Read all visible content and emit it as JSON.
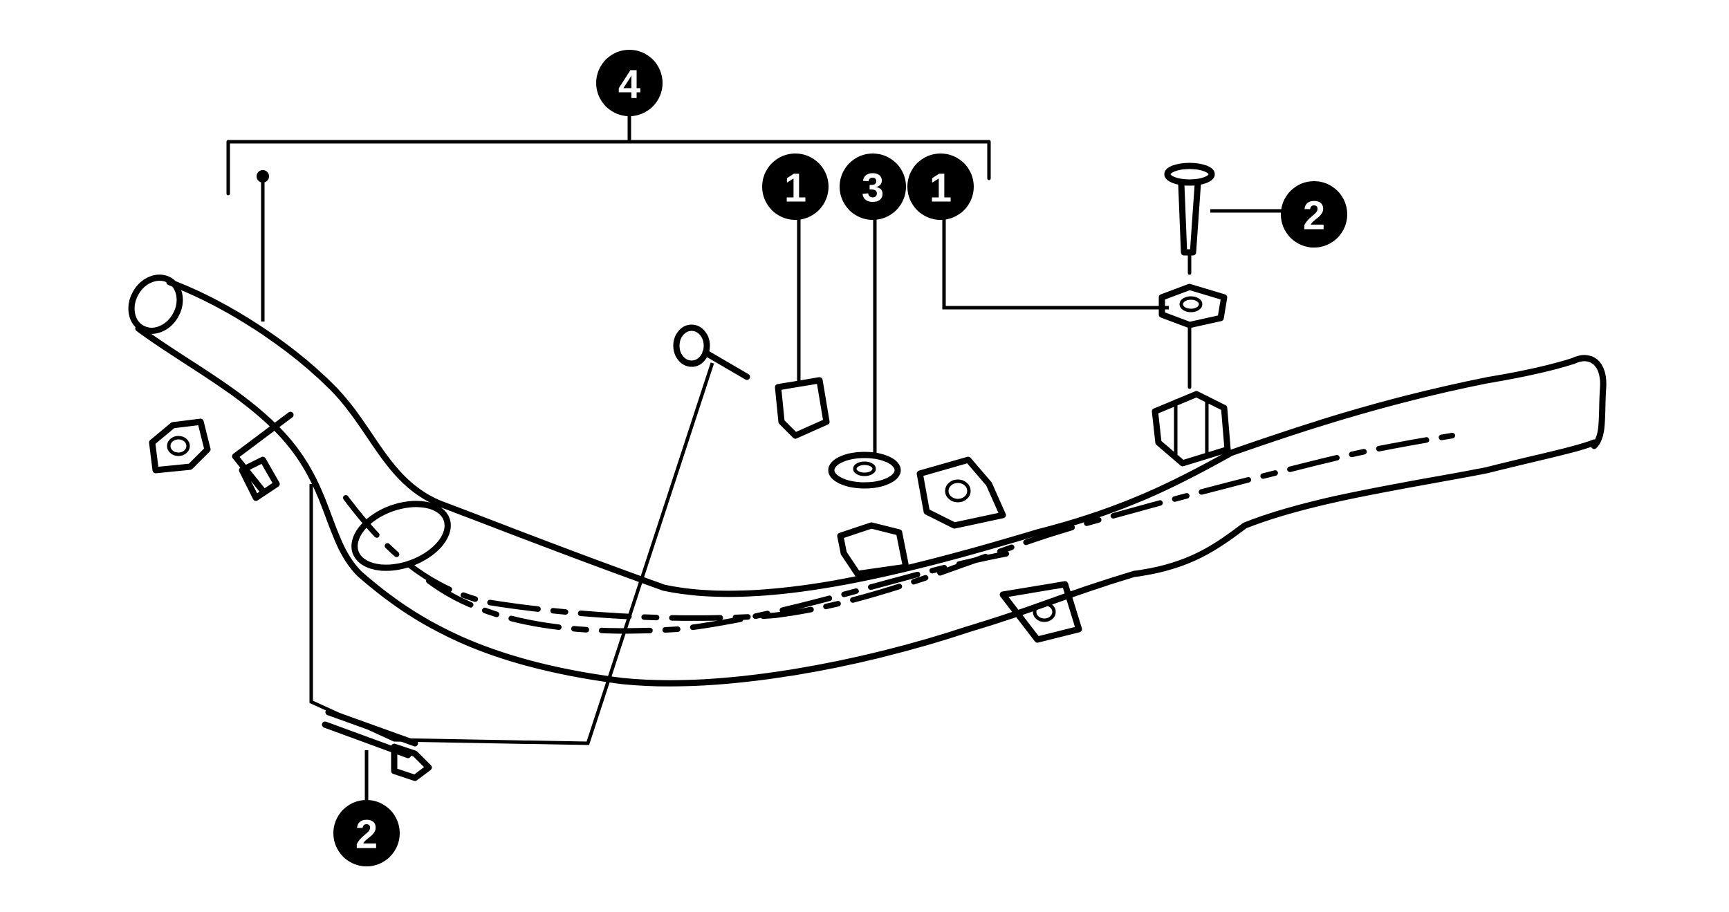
{
  "callouts": [
    {
      "id": "callout-4-assembly",
      "label": "4"
    },
    {
      "id": "callout-1-left-nut",
      "label": "1"
    },
    {
      "id": "callout-3-washer",
      "label": "3"
    },
    {
      "id": "callout-1-right-nut",
      "label": "1"
    },
    {
      "id": "callout-2-upper-bolt",
      "label": "2"
    },
    {
      "id": "callout-2-lower-bolt",
      "label": "2"
    }
  ]
}
